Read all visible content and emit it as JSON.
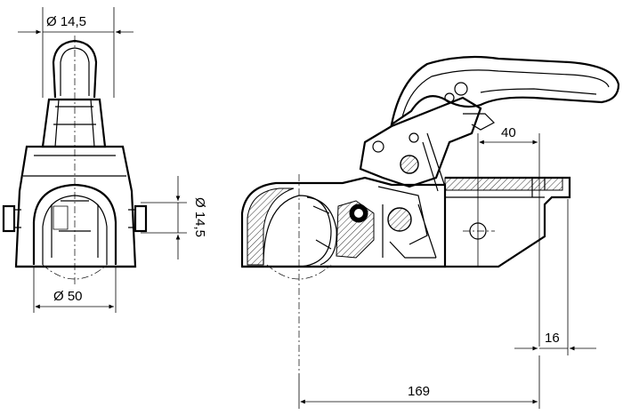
{
  "dimensions": {
    "top_diameter": "Ø 14,5",
    "side_diameter": "Ø 14,5",
    "bottom_diameter": "Ø 50",
    "offset_40": "40",
    "offset_16": "16",
    "length_169": "169"
  }
}
